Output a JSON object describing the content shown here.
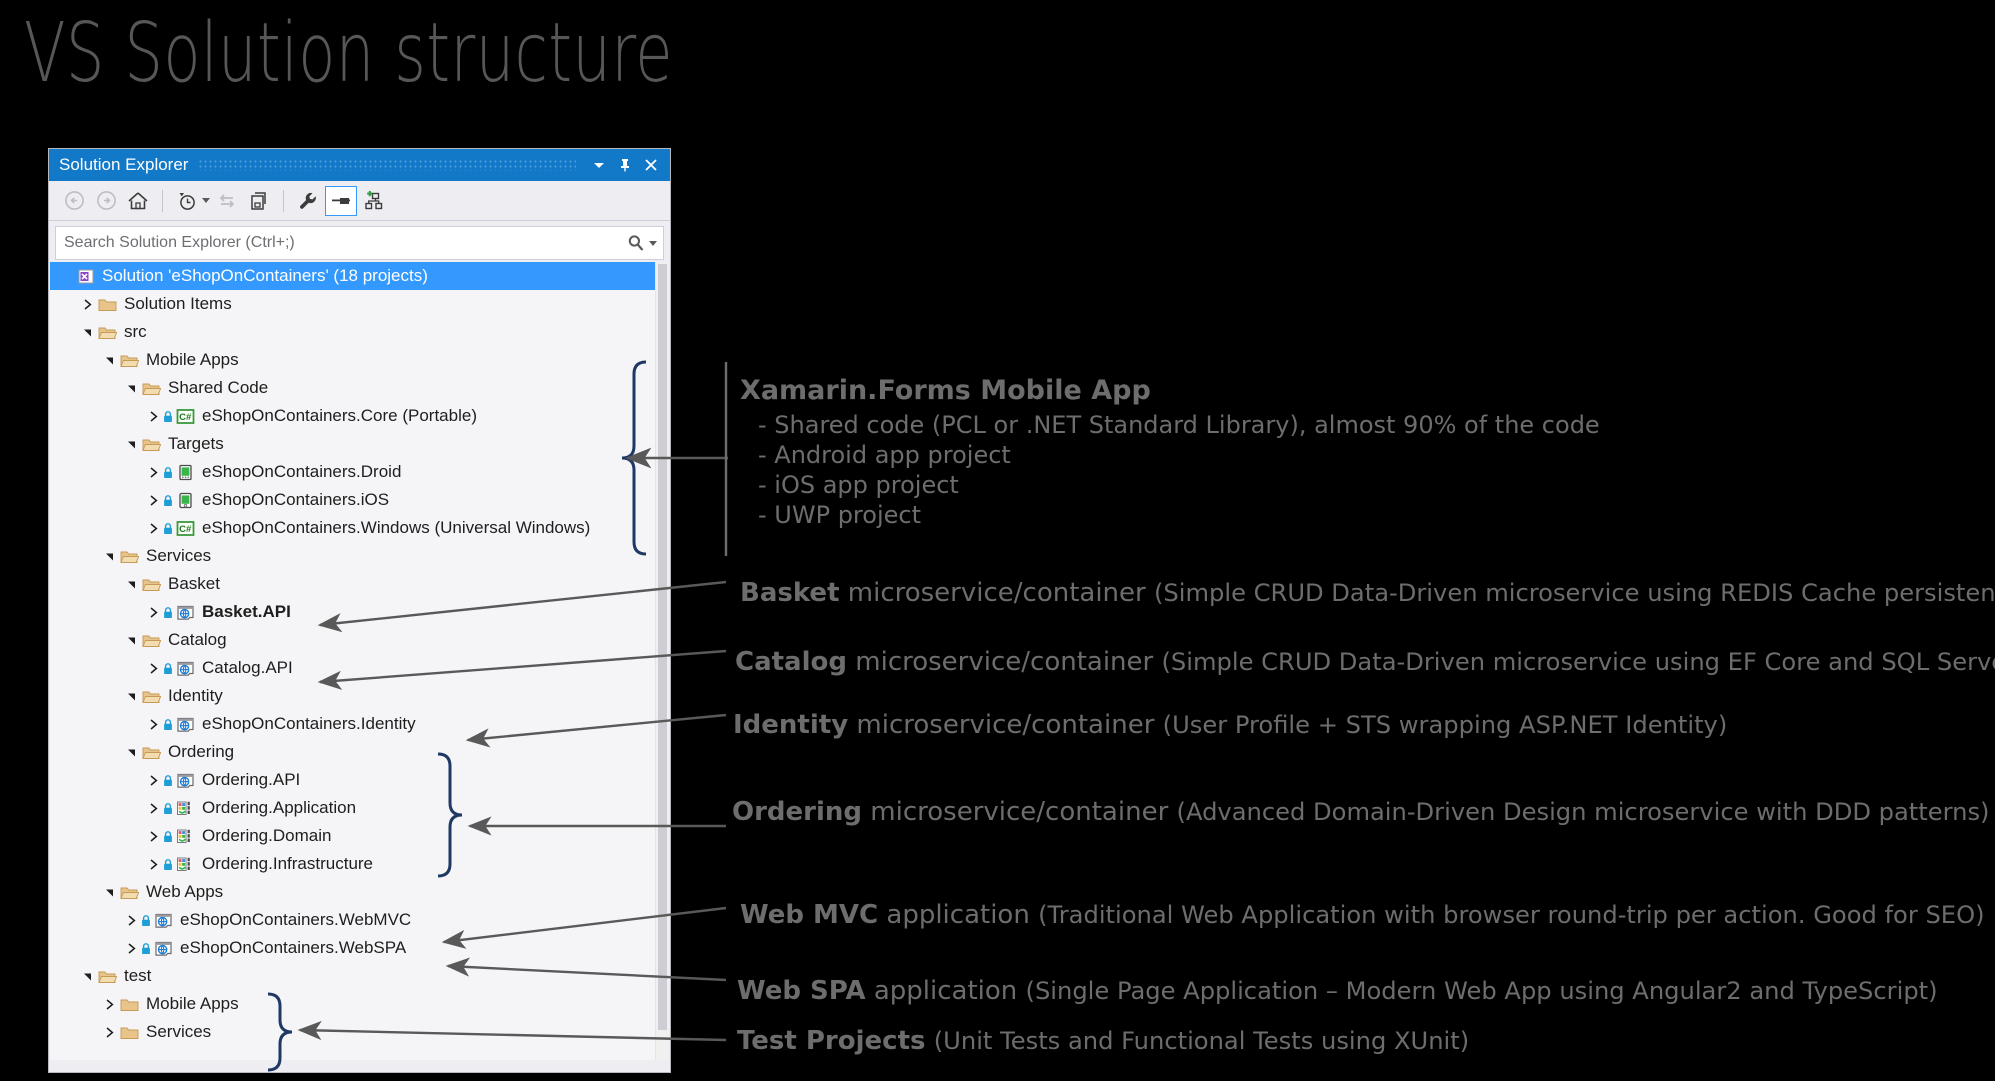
{
  "slide": {
    "title": "VS Solution structure",
    "title_color": "#575757",
    "background": "#000000"
  },
  "window": {
    "title": "Solution Explorer",
    "titlebar_color": "#1278c8",
    "titlebar_buttons": [
      "chevron-down",
      "pin",
      "close"
    ],
    "toolbar": [
      {
        "name": "back",
        "label": "Back",
        "enabled": false
      },
      {
        "name": "forward",
        "label": "Forward",
        "enabled": false
      },
      {
        "name": "home",
        "label": "Home",
        "enabled": true
      },
      {
        "name": "pending-changes",
        "label": "Pending Changes",
        "enabled": true
      },
      {
        "name": "sync-with-active-document",
        "label": "Sync with Active Document",
        "enabled": false
      },
      {
        "name": "show-all-files",
        "label": "Show All Files",
        "enabled": true
      },
      {
        "name": "properties",
        "label": "Properties",
        "enabled": true
      },
      {
        "name": "collapse-all",
        "label": "Collapse All",
        "enabled": true,
        "active": true
      },
      {
        "name": "preview-selected-items",
        "label": "Preview Selected Items",
        "enabled": true
      }
    ],
    "search": {
      "placeholder": "Search Solution Explorer (Ctrl+;)",
      "value": ""
    }
  },
  "tree": [
    {
      "label": "Solution 'eShopOnContainers' (18 projects)",
      "depth": 0,
      "icon": "vs-solution-icon",
      "twisty": "none",
      "selected": true,
      "lock": false,
      "bold": false
    },
    {
      "label": "Solution Items",
      "depth": 1,
      "icon": "folder-closed-icon",
      "twisty": "closed",
      "selected": false,
      "lock": false,
      "bold": false
    },
    {
      "label": "src",
      "depth": 1,
      "icon": "folder-open-icon",
      "twisty": "open",
      "selected": false,
      "lock": false,
      "bold": false
    },
    {
      "label": "Mobile Apps",
      "depth": 2,
      "icon": "folder-open-icon",
      "twisty": "open",
      "selected": false,
      "lock": false,
      "bold": false
    },
    {
      "label": "Shared Code",
      "depth": 3,
      "icon": "folder-open-icon",
      "twisty": "open",
      "selected": false,
      "lock": false,
      "bold": false
    },
    {
      "label": "eShopOnContainers.Core (Portable)",
      "depth": 4,
      "icon": "csharp-project-icon",
      "twisty": "closed",
      "selected": false,
      "lock": true,
      "bold": false
    },
    {
      "label": "Targets",
      "depth": 3,
      "icon": "folder-open-icon",
      "twisty": "open",
      "selected": false,
      "lock": false,
      "bold": false
    },
    {
      "label": "eShopOnContainers.Droid",
      "depth": 4,
      "icon": "android-project-icon",
      "twisty": "closed",
      "selected": false,
      "lock": true,
      "bold": false
    },
    {
      "label": "eShopOnContainers.iOS",
      "depth": 4,
      "icon": "ios-project-icon",
      "twisty": "closed",
      "selected": false,
      "lock": true,
      "bold": false
    },
    {
      "label": "eShopOnContainers.Windows (Universal Windows)",
      "depth": 4,
      "icon": "csharp-project-icon",
      "twisty": "closed",
      "selected": false,
      "lock": true,
      "bold": false
    },
    {
      "label": "Services",
      "depth": 2,
      "icon": "folder-open-icon",
      "twisty": "open",
      "selected": false,
      "lock": false,
      "bold": false
    },
    {
      "label": "Basket",
      "depth": 3,
      "icon": "folder-open-icon",
      "twisty": "open",
      "selected": false,
      "lock": false,
      "bold": false
    },
    {
      "label": "Basket.API",
      "depth": 4,
      "icon": "web-project-icon",
      "twisty": "closed",
      "selected": false,
      "lock": true,
      "bold": true
    },
    {
      "label": "Catalog",
      "depth": 3,
      "icon": "folder-open-icon",
      "twisty": "open",
      "selected": false,
      "lock": false,
      "bold": false
    },
    {
      "label": "Catalog.API",
      "depth": 4,
      "icon": "web-project-icon",
      "twisty": "closed",
      "selected": false,
      "lock": true,
      "bold": false
    },
    {
      "label": "Identity",
      "depth": 3,
      "icon": "folder-open-icon",
      "twisty": "open",
      "selected": false,
      "lock": false,
      "bold": false
    },
    {
      "label": "eShopOnContainers.Identity",
      "depth": 4,
      "icon": "web-project-icon",
      "twisty": "closed",
      "selected": false,
      "lock": true,
      "bold": false
    },
    {
      "label": "Ordering",
      "depth": 3,
      "icon": "folder-open-icon",
      "twisty": "open",
      "selected": false,
      "lock": false,
      "bold": false
    },
    {
      "label": "Ordering.API",
      "depth": 4,
      "icon": "web-project-icon",
      "twisty": "closed",
      "selected": false,
      "lock": true,
      "bold": false
    },
    {
      "label": "Ordering.Application",
      "depth": 4,
      "icon": "class-library-icon",
      "twisty": "closed",
      "selected": false,
      "lock": true,
      "bold": false
    },
    {
      "label": "Ordering.Domain",
      "depth": 4,
      "icon": "class-library-icon",
      "twisty": "closed",
      "selected": false,
      "lock": true,
      "bold": false
    },
    {
      "label": "Ordering.Infrastructure",
      "depth": 4,
      "icon": "class-library-icon",
      "twisty": "closed",
      "selected": false,
      "lock": true,
      "bold": false
    },
    {
      "label": "Web Apps",
      "depth": 2,
      "icon": "folder-open-icon",
      "twisty": "open",
      "selected": false,
      "lock": false,
      "bold": false
    },
    {
      "label": "eShopOnContainers.WebMVC",
      "depth": 3,
      "icon": "web-project-icon",
      "twisty": "closed",
      "selected": false,
      "lock": true,
      "bold": false
    },
    {
      "label": "eShopOnContainers.WebSPA",
      "depth": 3,
      "icon": "web-project-icon",
      "twisty": "closed",
      "selected": false,
      "lock": true,
      "bold": false
    },
    {
      "label": "test",
      "depth": 1,
      "icon": "folder-open-icon",
      "twisty": "open",
      "selected": false,
      "lock": false,
      "bold": false
    },
    {
      "label": "Mobile Apps",
      "depth": 2,
      "icon": "folder-closed-icon",
      "twisty": "closed",
      "selected": false,
      "lock": false,
      "bold": false
    },
    {
      "label": "Services",
      "depth": 2,
      "icon": "folder-closed-icon",
      "twisty": "closed",
      "selected": false,
      "lock": false,
      "bold": false
    }
  ],
  "annotations": {
    "mobile": {
      "heading": "Xamarin.Forms Mobile App",
      "bullets": [
        "- Shared code (PCL or .NET Standard Library), almost 90% of the code",
        "- Android app project",
        "- iOS app project",
        "- UWP project"
      ]
    },
    "items": [
      {
        "name": "basket",
        "bold": "Basket",
        "mid": " microservice/container ",
        "paren": "(Simple CRUD Data-Driven microservice using REDIS Cache persistence)"
      },
      {
        "name": "catalog",
        "bold": "Catalog",
        "mid": " microservice/container ",
        "paren": "(Simple CRUD Data-Driven microservice using EF Core and SQL Server)"
      },
      {
        "name": "identity",
        "bold": "Identity",
        "mid": " microservice/container ",
        "paren": "(User Profile + STS wrapping ASP.NET Identity)"
      },
      {
        "name": "ordering",
        "bold": "Ordering",
        "mid": " microservice/container ",
        "paren": "(Advanced Domain-Driven Design microservice with DDD patterns)"
      },
      {
        "name": "webmvc",
        "bold": "Web MVC",
        "mid": " application ",
        "paren": "(Traditional Web Application with browser round-trip per action. Good for SEO)"
      },
      {
        "name": "webspa",
        "bold": "Web SPA",
        "mid": " application ",
        "paren": "(Single Page Application – Modern Web App using Angular2 and TypeScript)"
      },
      {
        "name": "tests",
        "bold": "Test Projects",
        "mid": " ",
        "paren": "(Unit Tests and Functional Tests using XUnit)"
      }
    ],
    "text_color": "#6d6d6d",
    "brace_color": "#1f3864",
    "arrow_color": "#595959"
  }
}
